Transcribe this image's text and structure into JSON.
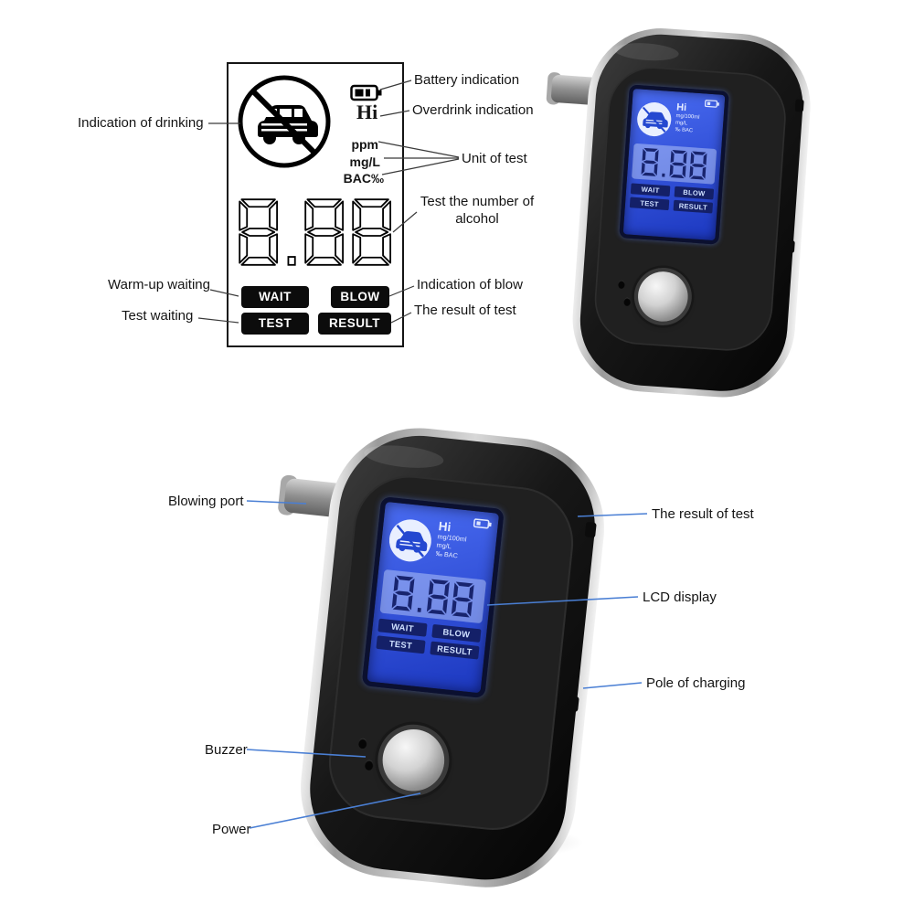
{
  "schematic": {
    "screen": {
      "hi": "Hi",
      "ppm": "ppm",
      "mgl": "mg/L",
      "bac": "BAC‰",
      "digits": "8.88",
      "wait": "WAIT",
      "blow": "BLOW",
      "test": "TEST",
      "result": "RESULT"
    },
    "callouts": {
      "battery": "Battery indication",
      "drinking": "Indication of drinking",
      "overdrink": "Overdrink indication",
      "unit": "Unit of test",
      "number": "Test the number of alcohol",
      "warmup": "Warm-up waiting",
      "blow": "Indication of blow",
      "test_waiting": "Test waiting",
      "result": "The result of test"
    }
  },
  "device": {
    "lcd": {
      "hi": "Hi",
      "unit1": "mg/100ml",
      "unit2": "mg/L",
      "unit3": "‰ BAC",
      "digits": "8.88",
      "wait": "WAIT",
      "blow": "BLOW",
      "test": "TEST",
      "result": "RESULT"
    },
    "callouts": {
      "blowing_port": "Blowing port",
      "result": "The result of test",
      "lcd": "LCD display",
      "charging": "Pole of charging",
      "buzzer": "Buzzer",
      "power": "Power"
    }
  },
  "colors": {
    "callout_line_blue": "#4a7fd4",
    "callout_line_dark": "#3a3a3a",
    "lcd_blue": "#2b4fd8",
    "device_black": "#1a1a1a"
  }
}
